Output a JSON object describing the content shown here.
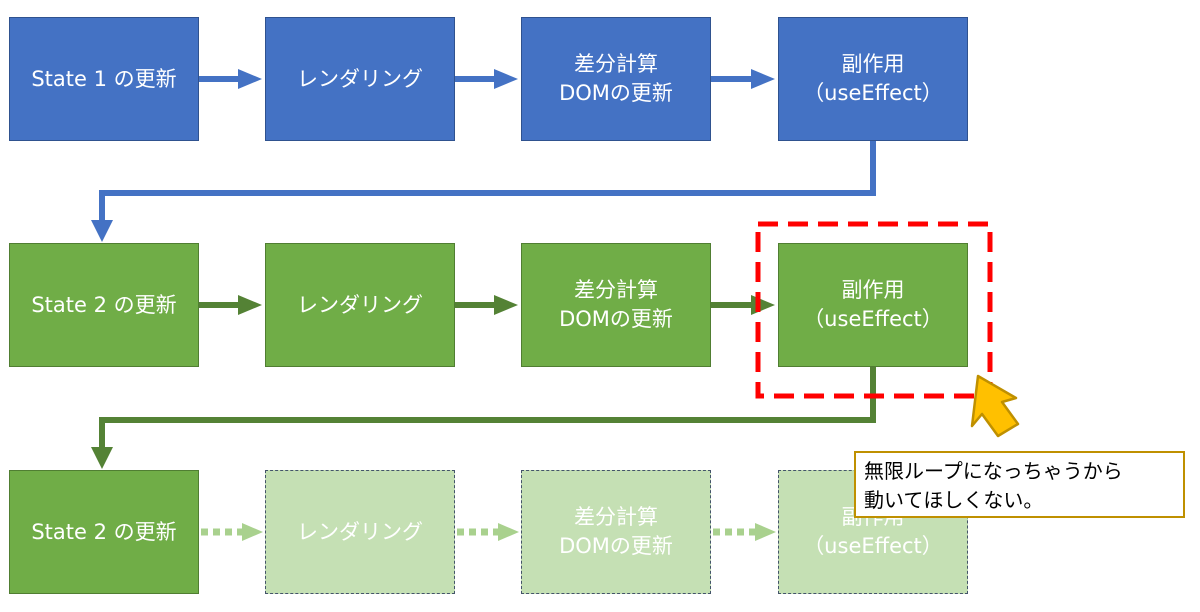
{
  "rows": [
    {
      "boxes": [
        {
          "lines": [
            "State 1 の更新"
          ]
        },
        {
          "lines": [
            "レンダリング"
          ]
        },
        {
          "lines": [
            "差分計算",
            "DOMの更新"
          ]
        },
        {
          "lines": [
            "副作用",
            "（useEffect）"
          ]
        }
      ]
    },
    {
      "boxes": [
        {
          "lines": [
            "State 2 の更新"
          ]
        },
        {
          "lines": [
            "レンダリング"
          ]
        },
        {
          "lines": [
            "差分計算",
            "DOMの更新"
          ]
        },
        {
          "lines": [
            "副作用",
            "（useEffect）"
          ]
        }
      ]
    },
    {
      "boxes": [
        {
          "lines": [
            "State 2 の更新"
          ]
        },
        {
          "lines": [
            "レンダリング"
          ]
        },
        {
          "lines": [
            "差分計算",
            "DOMの更新"
          ]
        },
        {
          "lines": [
            "副作用",
            "（useEffect）"
          ]
        }
      ]
    }
  ],
  "callout": {
    "lines": [
      "無限ループになっちゃうから",
      "動いてほしくない。"
    ]
  },
  "colors": {
    "blue": "#4472c4",
    "green": "#70ad47",
    "dark_green": "#548235",
    "faded_green": "#c5e0b4",
    "highlight_red": "#ff0000",
    "pointer_yellow": "#ffc000"
  }
}
